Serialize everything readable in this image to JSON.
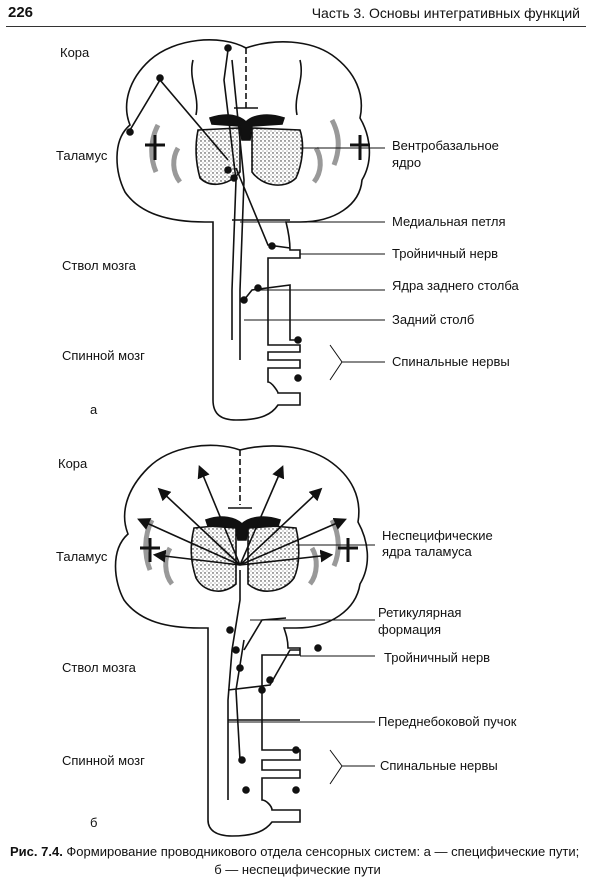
{
  "header": {
    "page_number": "226",
    "running_title": "Часть 3. Основы интегративных функций"
  },
  "figure_a": {
    "panel_letter": "а",
    "left_labels": {
      "cortex": "Кора",
      "thalamus": "Таламус",
      "brainstem": "Ствол мозга",
      "spinal_cord": "Спинной мозг"
    },
    "right_labels": {
      "ventrobasal": "Вентробазальное",
      "ventrobasal_2": "ядро",
      "medial_lemniscus": "Медиальная петля",
      "trigeminal": "Тройничный нерв",
      "dorsal_column_nuclei": "Ядра заднего столба",
      "dorsal_column": "Задний столб",
      "spinal_nerves": "Спинальные нервы"
    }
  },
  "figure_b": {
    "panel_letter": "б",
    "left_labels": {
      "cortex": "Кора",
      "thalamus": "Таламус",
      "brainstem": "Ствол мозга",
      "spinal_cord": "Спинной мозг"
    },
    "right_labels": {
      "nonspecific": "Неспецифические",
      "nonspecific_2": "ядра таламуса",
      "reticular": "Ретикулярная",
      "reticular_2": "формация",
      "trigeminal": "Тройничный нерв",
      "anterolateral": "Переднебоковой пучок",
      "spinal_nerves": "Спинальные нервы"
    }
  },
  "caption": {
    "label": "Рис. 7.4.",
    "text_line1": " Формирование проводникового отдела сенсорных систем: а — специфические пути;",
    "text_line2": "б — неспецифические пути"
  }
}
